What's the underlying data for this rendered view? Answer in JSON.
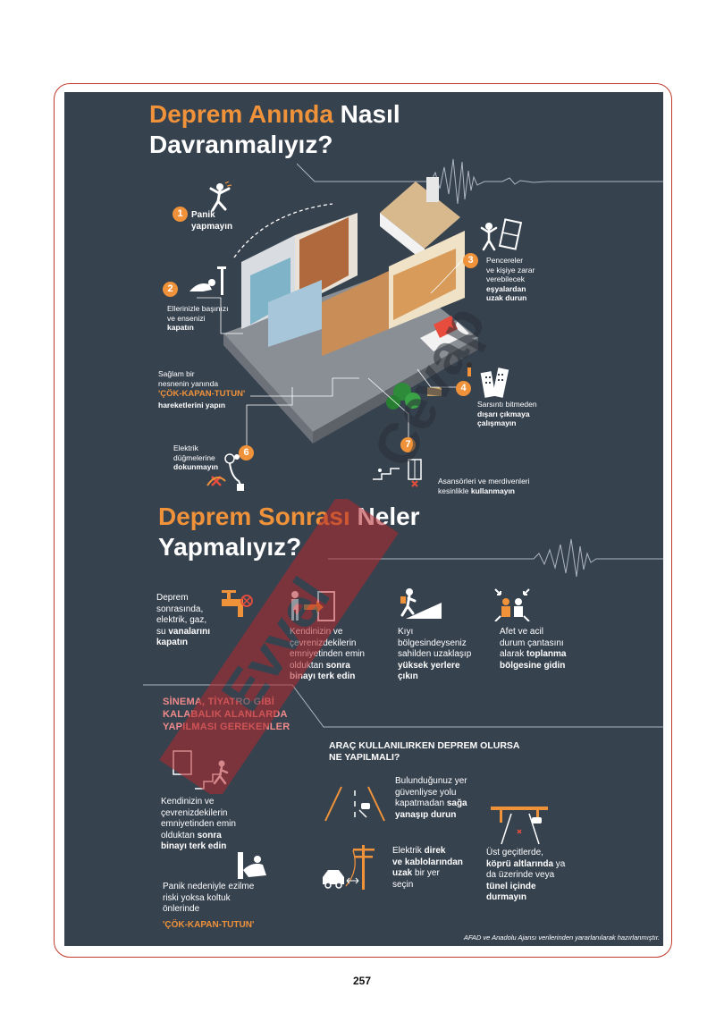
{
  "title1": {
    "part1": "Deprem Anında",
    "part2": "Nasıl",
    "line2": "Davranmalıyız?"
  },
  "steps": {
    "s1": {
      "num": "1",
      "l1": "Panik",
      "l2": "yapmayın"
    },
    "s2": {
      "num": "2",
      "l1": "Ellerinizle başınızı",
      "l2": "ve ensenizi",
      "l3": "kapatın"
    },
    "s3": {
      "num": "3",
      "l1": "Pencereler",
      "l2": "ve kişiye zarar",
      "l3": "verebilecek",
      "l4": "eşyalardan",
      "l5": "uzak durun"
    },
    "s4": {
      "num": "4",
      "l1": "Sarsıntı bitmeden",
      "l2": "dışarı çıkmaya",
      "l3": "çalışmayın"
    },
    "s5": {
      "l1": "Sağlam bir",
      "l2": "nesnenin yanında",
      "l3": "'ÇÖK-KAPAN-TUTUN'",
      "l4": "hareketlerini yapın"
    },
    "s6": {
      "num": "6",
      "l1": "Elektrik",
      "l2": "düğmelerine",
      "l3": "dokunmayın"
    },
    "s7": {
      "num": "7",
      "l1": "Asansörleri ve merdivenleri",
      "l2": "kesinlikle",
      "l3": "kullanmayın"
    }
  },
  "title2": {
    "part1": "Deprem Sonrası",
    "part2": "Neler",
    "line2": "Yapmalıyız?"
  },
  "after": {
    "a1": {
      "l1": "Deprem",
      "l2": "sonrasında,",
      "l3": "elektrik, gaz,",
      "l4a": "su",
      "l4b": "vanalarını",
      "l5": "kapatın"
    },
    "a2": {
      "l1": "Kendinizin ve",
      "l2": "çevrenizdekilerin",
      "l3": "emniyetinden emin",
      "l4a": "olduktan",
      "l4b": "sonra",
      "l5": "binayı terk edin"
    },
    "a3": {
      "l1": "Kıyı",
      "l2": "bölgesindeyseniz",
      "l3": "sahilden uzaklaşıp",
      "l4": "yüksek yerlere",
      "l5": "çıkın"
    },
    "a4": {
      "l1": "Afet ve acil",
      "l2": "durum çantasını",
      "l3a": "alarak",
      "l3b": "toplanma",
      "l4": "bölgesine gidin"
    }
  },
  "cinema": {
    "head1": "SİNEMA, TİYATRO GİBİ",
    "head2": "KALABALIK ALANLARDA",
    "head3": "YAPILMASI GEREKENLER",
    "c1": {
      "l1": "Kendinizin ve",
      "l2": "çevrenizdekilerin",
      "l3": "emniyetinden emin",
      "l4a": "olduktan",
      "l4b": "sonra",
      "l5": "binayı terk edin"
    },
    "c2": {
      "l1": "Panik nedeniyle ezilme",
      "l2": "riski yoksa koltuk",
      "l3": "önlerinde",
      "l4": "'ÇÖK-KAPAN-TUTUN'"
    }
  },
  "car": {
    "head1": "ARAÇ KULLANILIRKEN DEPREM OLURSA",
    "head2": "NE YAPILMALI?",
    "v1": {
      "l1": "Bulunduğunuz yer",
      "l2": "güvenliyse yolu",
      "l3a": "kapatmadan",
      "l3b": "sağa",
      "l4": "yanaşıp durun"
    },
    "v2": {
      "l1a": "Elektrik",
      "l1b": "direk",
      "l2": "ve kablolarından",
      "l3a": "uzak",
      "l3b": "bir yer",
      "l4": "seçin"
    },
    "v3": {
      "l1": "Üst geçitlerde,",
      "l2a": "köprü altlarında",
      "l2b": "ya",
      "l3": "da üzerinde veya",
      "l4": "tünel içinde",
      "l5": "durmayın"
    }
  },
  "credit": "AFAD ve Anadolu Ajansı verilerinden yararlanılarak hazırlanmıştır.",
  "page_number": "257",
  "watermark": "Cevap",
  "watermark2": "Evvel",
  "colors": {
    "accent": "#f0923a",
    "panel": "#37424f",
    "frame": "#c0392b",
    "stamp": "#b3282d"
  }
}
